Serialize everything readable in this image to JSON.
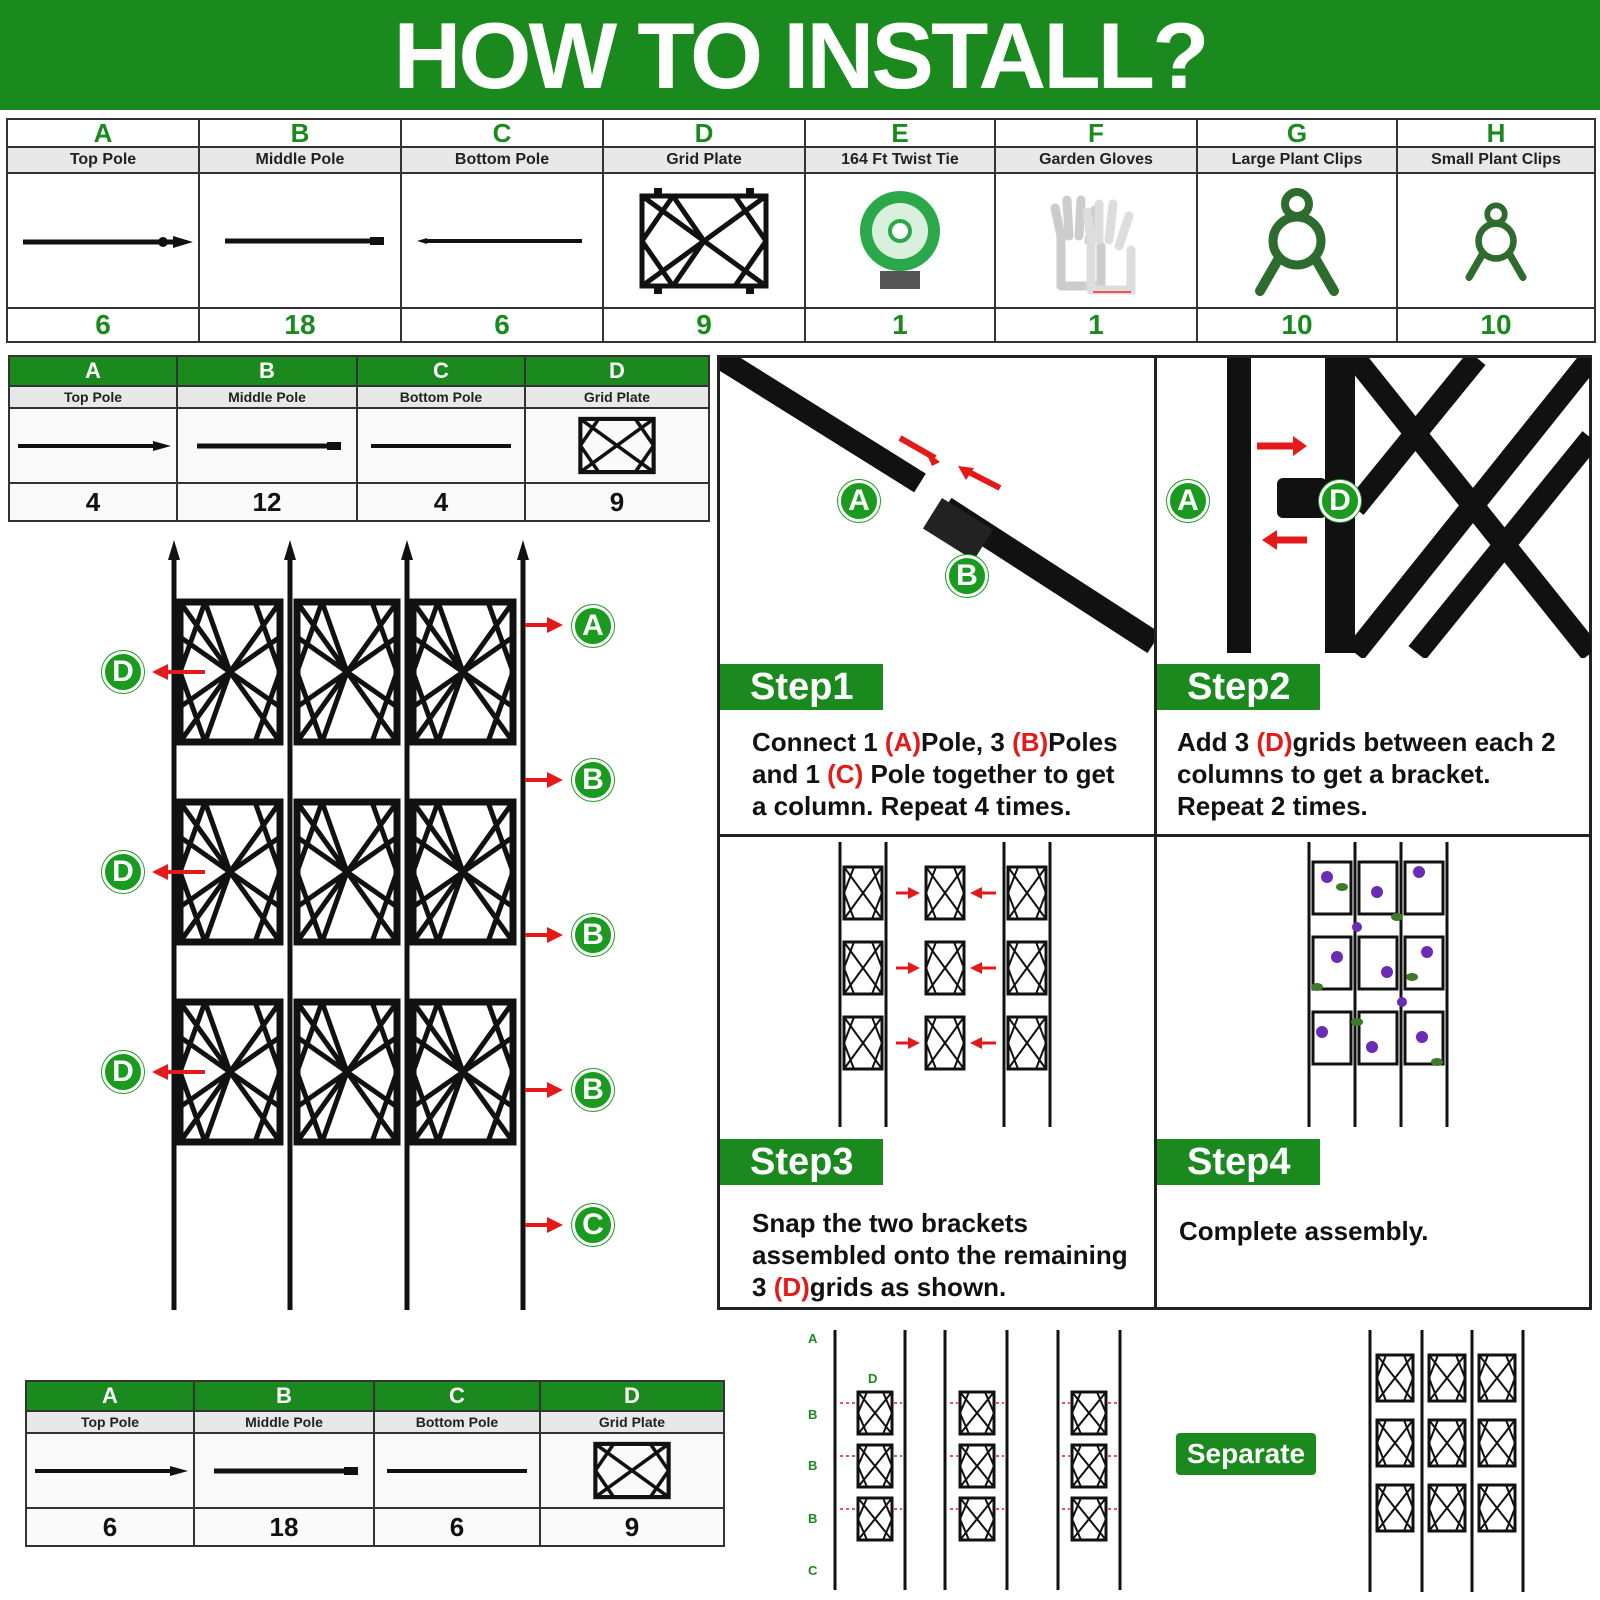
{
  "title": "HOW TO INSTALL?",
  "parts": [
    {
      "letter": "A",
      "name": "Top Pole",
      "qty": "6"
    },
    {
      "letter": "B",
      "name": "Middle Pole",
      "qty": "18"
    },
    {
      "letter": "C",
      "name": "Bottom Pole",
      "qty": "6"
    },
    {
      "letter": "D",
      "name": "Grid Plate",
      "qty": "9"
    },
    {
      "letter": "E",
      "name": "164 Ft Twist Tie",
      "qty": "1"
    },
    {
      "letter": "F",
      "name": "Garden Gloves",
      "qty": "1"
    },
    {
      "letter": "G",
      "name": "Large Plant Clips",
      "qty": "10"
    },
    {
      "letter": "H",
      "name": "Small Plant Clips",
      "qty": "10"
    }
  ],
  "kit_small": [
    {
      "letter": "A",
      "name": "Top Pole",
      "qty": "4"
    },
    {
      "letter": "B",
      "name": "Middle Pole",
      "qty": "12"
    },
    {
      "letter": "C",
      "name": "Bottom Pole",
      "qty": "4"
    },
    {
      "letter": "D",
      "name": "Grid Plate",
      "qty": "9"
    }
  ],
  "kit_large": [
    {
      "letter": "A",
      "name": "Top Pole",
      "qty": "6"
    },
    {
      "letter": "B",
      "name": "Middle Pole",
      "qty": "18"
    },
    {
      "letter": "C",
      "name": "Bottom Pole",
      "qty": "6"
    },
    {
      "letter": "D",
      "name": "Grid Plate",
      "qty": "9"
    }
  ],
  "diagram_labels": {
    "a": "A",
    "b": "B",
    "c": "C",
    "d": "D"
  },
  "steps": {
    "s1": {
      "tag": "Step1",
      "t1": "Connect 1 ",
      "r1": "(A)",
      "t2": "Pole, 3 ",
      "r2": "(B)",
      "t3": "Poles",
      "t4": "and 1 ",
      "r3": "(C)",
      "t5": " Pole together to get",
      "t6": "a column. Repeat 4 times."
    },
    "s2": {
      "tag": "Step2",
      "t1": "Add 3 ",
      "r1": "(D)",
      "t2": "grids between each 2",
      "t3": "columns to get a bracket.",
      "t4": "Repeat 2 times."
    },
    "s3": {
      "tag": "Step3",
      "t1": "Snap the two brackets",
      "t2": "assembled onto the remaining",
      "t3": "3 ",
      "r1": "(D)",
      "t4": "grids as shown."
    },
    "s4": {
      "tag": "Step4",
      "t1": "Complete assembly."
    }
  },
  "separate": "Separate",
  "colors": {
    "green": "#1a8a1e",
    "red": "#e41a1a",
    "black": "#111111"
  }
}
